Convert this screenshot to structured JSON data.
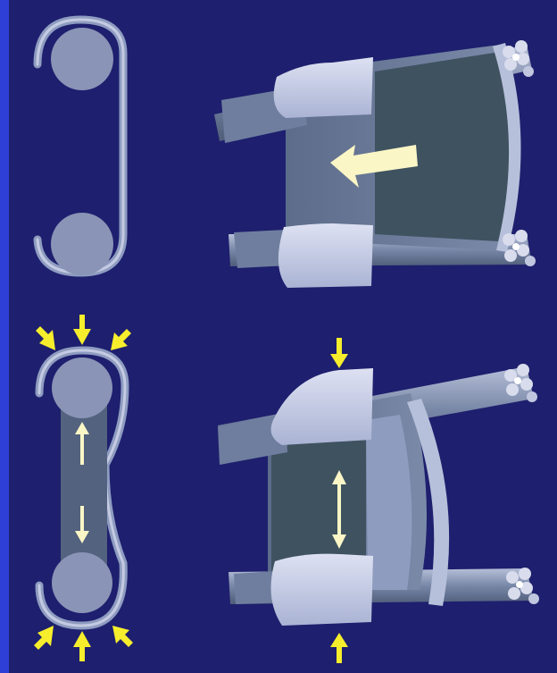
{
  "diagram": {
    "panels": [
      {
        "id": "cross-section-open",
        "arrows": []
      },
      {
        "id": "clip-perspective-open",
        "arrows": [
          "horizontal"
        ]
      },
      {
        "id": "cross-section-compressed",
        "arrows": [
          "inward",
          "internal-vertical"
        ]
      },
      {
        "id": "clip-perspective-compressed",
        "arrows": [
          "top-down",
          "bottom-up",
          "internal-vertical"
        ]
      }
    ]
  },
  "colors": {
    "background": "#1e1f6e",
    "border": "#2d3fd6",
    "metal_light": "#c7cce6",
    "metal_mid": "#8e9cc0",
    "metal_dark": "#5f6f8e",
    "inner_dark": "#3e5260",
    "arrow_yellow": "#f6ee2c",
    "arrow_pale": "#faf6c6"
  }
}
